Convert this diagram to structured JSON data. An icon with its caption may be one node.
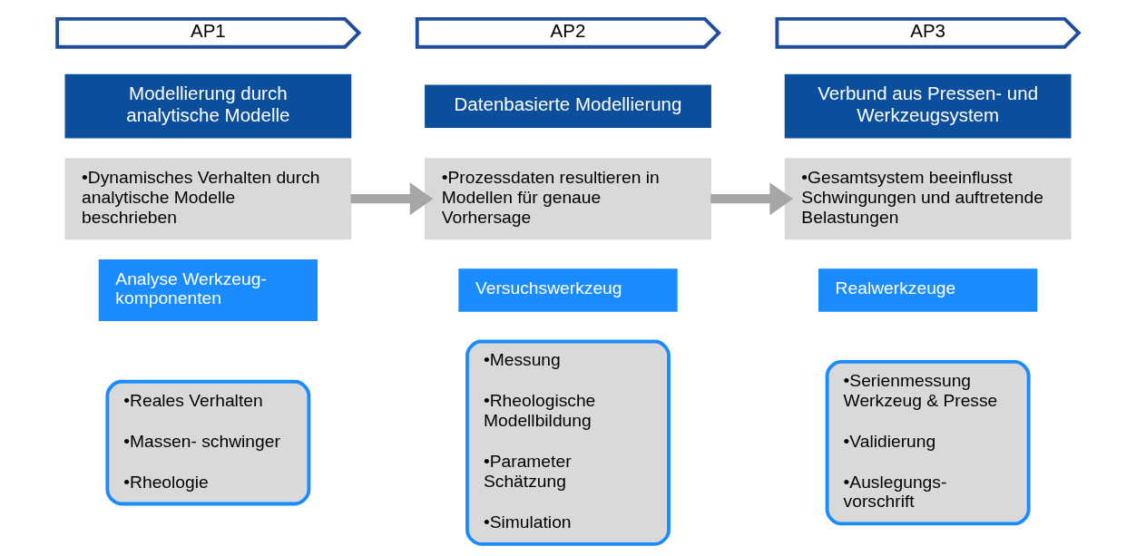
{
  "diagram": {
    "nodes": [
      {
        "text": [
          "AP1"
        ]
      },
      {
        "text": [
          "Modellierung durch analytische Modelle"
        ]
      },
      {
        "text": [
          "•Dynamisches Verhalten durch analytische Modelle beschrieben"
        ]
      },
      {
        "text": [
          "Analyse Werkzeug- komponenten"
        ]
      },
      {
        "text": [
          "•Reales Verhalten",
          "•Massen- schwinger",
          "•Rheologie"
        ]
      },
      {
        "text": [
          "AP2"
        ]
      },
      {
        "text": [
          "Datenbasierte Modellierung"
        ]
      },
      {
        "text": [
          "•Prozessdaten resultieren in Modellen für genaue Vorhersage"
        ]
      },
      {
        "text": [
          "Versuchswerkzeug"
        ]
      },
      {
        "text": [
          "•Messung",
          "•Rheologische Modellbildung",
          "•Parameter Schätzung",
          "•Simulation"
        ]
      },
      {
        "text": [
          "AP3"
        ]
      },
      {
        "text": [
          "Verbund aus Pressen- und Werkzeugsystem"
        ]
      },
      {
        "text": [
          "•Gesamtsystem beeinflusst Schwingungen und auftretende Belastungen"
        ]
      },
      {
        "text": [
          "Realwerkzeuge"
        ]
      },
      {
        "text": [
          "•Serienmessung Werkzeug & Presse",
          "•Validierung",
          "•Auslegungs- vorschrift"
        ]
      }
    ],
    "edges": [
      {
        "from": 2,
        "to": 7,
        "arrow": "to"
      },
      {
        "from": 7,
        "to": 12,
        "arrow": "to"
      }
    ]
  }
}
